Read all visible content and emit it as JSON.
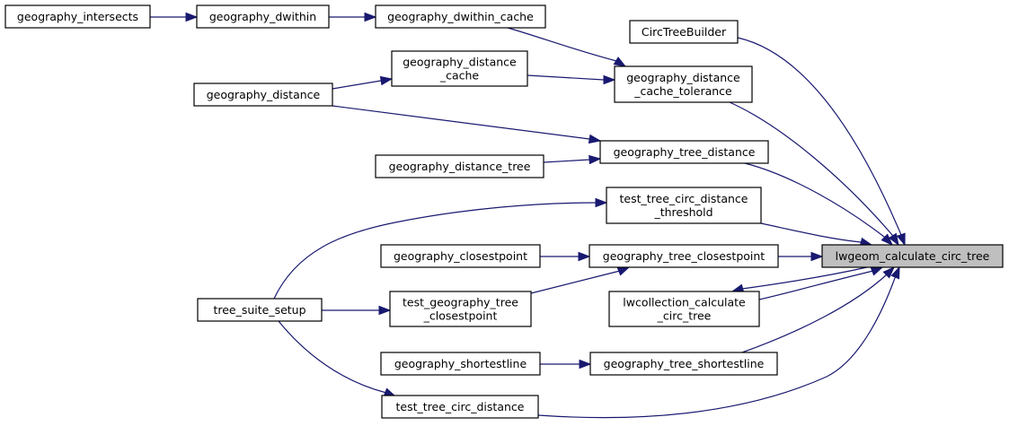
{
  "graph": {
    "title": "Caller graph of lwgeom_calculate_circ_tree",
    "focus_node": "lwgeom_calculate_circ_tree",
    "colors": {
      "edge": "#191970",
      "focus_fill": "#bfbfbf",
      "node_fill": "#ffffff",
      "border": "#000000"
    },
    "nodes": [
      {
        "id": "n_intersects",
        "lines": [
          "geography_intersects"
        ]
      },
      {
        "id": "n_dwithin",
        "lines": [
          "geography_dwithin"
        ]
      },
      {
        "id": "n_dwithin_cache",
        "lines": [
          "geography_dwithin_cache"
        ]
      },
      {
        "id": "n_circtreebuilder",
        "lines": [
          "CircTreeBuilder"
        ]
      },
      {
        "id": "n_distance_cache",
        "lines": [
          "geography_distance",
          "_cache"
        ]
      },
      {
        "id": "n_distance",
        "lines": [
          "geography_distance"
        ]
      },
      {
        "id": "n_dist_cache_tol",
        "lines": [
          "geography_distance",
          "_cache_tolerance"
        ]
      },
      {
        "id": "n_tree_distance",
        "lines": [
          "geography_tree_distance"
        ]
      },
      {
        "id": "n_distance_tree",
        "lines": [
          "geography_distance_tree"
        ]
      },
      {
        "id": "n_test_circ_thresh",
        "lines": [
          "test_tree_circ_distance",
          "_threshold"
        ]
      },
      {
        "id": "n_closestpoint",
        "lines": [
          "geography_closestpoint"
        ]
      },
      {
        "id": "n_tree_closestpoint",
        "lines": [
          "geography_tree_closestpoint"
        ]
      },
      {
        "id": "n_focus",
        "lines": [
          "lwgeom_calculate_circ_tree"
        ],
        "focus": true
      },
      {
        "id": "n_suite_setup",
        "lines": [
          "tree_suite_setup"
        ]
      },
      {
        "id": "n_test_geo_closest",
        "lines": [
          "test_geography_tree",
          "_closestpoint"
        ]
      },
      {
        "id": "n_lwcollection",
        "lines": [
          "lwcollection_calculate",
          "_circ_tree"
        ]
      },
      {
        "id": "n_shortestline",
        "lines": [
          "geography_shortestline"
        ]
      },
      {
        "id": "n_tree_shortestline",
        "lines": [
          "geography_tree_shortestline"
        ]
      },
      {
        "id": "n_test_circ_dist",
        "lines": [
          "test_tree_circ_distance"
        ]
      }
    ],
    "edges": [
      {
        "from": "n_intersects",
        "to": "n_dwithin"
      },
      {
        "from": "n_dwithin",
        "to": "n_dwithin_cache"
      },
      {
        "from": "n_dwithin_cache",
        "to": "n_dist_cache_tol"
      },
      {
        "from": "n_distance",
        "to": "n_distance_cache"
      },
      {
        "from": "n_distance_cache",
        "to": "n_dist_cache_tol"
      },
      {
        "from": "n_distance",
        "to": "n_tree_distance"
      },
      {
        "from": "n_distance_tree",
        "to": "n_tree_distance"
      },
      {
        "from": "n_circtreebuilder",
        "to": "n_focus"
      },
      {
        "from": "n_dist_cache_tol",
        "to": "n_focus"
      },
      {
        "from": "n_tree_distance",
        "to": "n_focus"
      },
      {
        "from": "n_suite_setup",
        "to": "n_test_circ_thresh"
      },
      {
        "from": "n_test_circ_thresh",
        "to": "n_focus"
      },
      {
        "from": "n_closestpoint",
        "to": "n_tree_closestpoint"
      },
      {
        "from": "n_tree_closestpoint",
        "to": "n_focus"
      },
      {
        "from": "n_suite_setup",
        "to": "n_test_geo_closest"
      },
      {
        "from": "n_test_geo_closest",
        "to": "n_tree_closestpoint"
      },
      {
        "from": "n_focus",
        "to": "n_lwcollection"
      },
      {
        "from": "n_lwcollection",
        "to": "n_focus"
      },
      {
        "from": "n_shortestline",
        "to": "n_tree_shortestline"
      },
      {
        "from": "n_tree_shortestline",
        "to": "n_focus"
      },
      {
        "from": "n_suite_setup",
        "to": "n_test_circ_dist"
      },
      {
        "from": "n_test_circ_dist",
        "to": "n_focus"
      }
    ]
  }
}
